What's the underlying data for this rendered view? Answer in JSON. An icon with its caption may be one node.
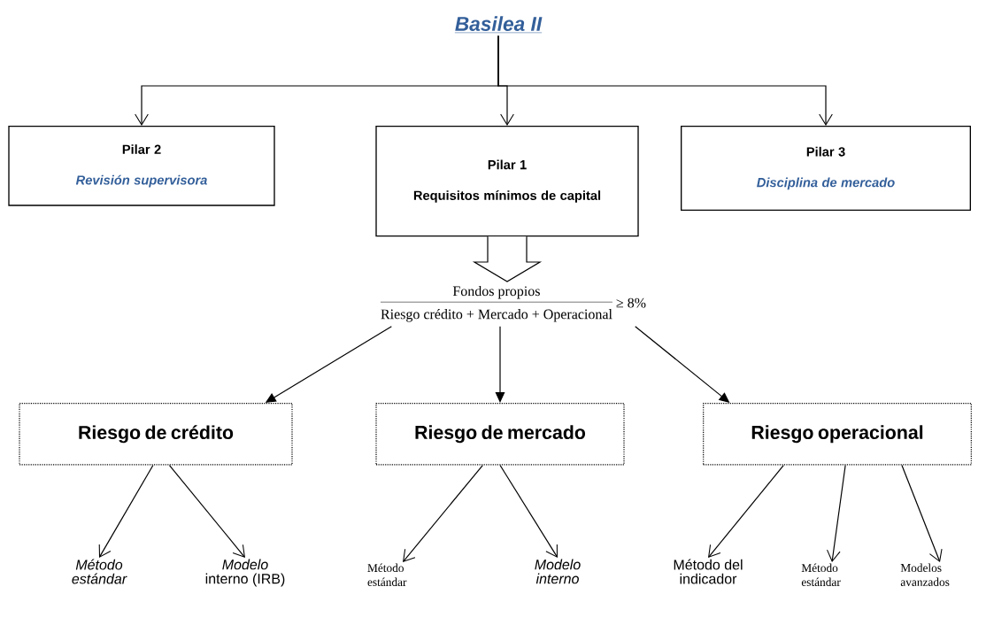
{
  "diagram": {
    "nodes": [
      {
        "text": [
          "Basilea II"
        ]
      },
      {
        "text": [
          "Pilar 2",
          "Revisión supervisora"
        ]
      },
      {
        "text": [
          "Pilar 1",
          "Requisitos mínimos de capital"
        ]
      },
      {
        "text": [
          "Pilar 3",
          "Disciplina de mercado"
        ]
      },
      {
        "text": [
          "Fondos propios",
          "Riesgo crédito + Mercado + Operacional",
          "≥ 8%"
        ]
      },
      {
        "text": [
          "Riesgo de crédito"
        ]
      },
      {
        "text": [
          "Riesgo de mercado"
        ]
      },
      {
        "text": [
          "Riesgo operacional"
        ]
      },
      {
        "text": [
          "Método estándar"
        ]
      },
      {
        "text": [
          "*Modelo* interno (IRB)"
        ]
      },
      {
        "text": [
          "Método estándar"
        ]
      },
      {
        "text": [
          "Modelo interno"
        ]
      },
      {
        "text": [
          "Método del indicador"
        ]
      },
      {
        "text": [
          "Método estándar"
        ]
      },
      {
        "text": [
          "Modelos avanzados"
        ]
      }
    ],
    "edges": [
      {
        "from": 0,
        "to": 1,
        "arrow": "to"
      },
      {
        "from": 0,
        "to": 2,
        "arrow": "to"
      },
      {
        "from": 0,
        "to": 3,
        "arrow": "to"
      },
      {
        "from": 2,
        "to": 4,
        "arrow": "to",
        "style": "thick"
      },
      {
        "from": 4,
        "to": 5,
        "arrow": "to"
      },
      {
        "from": 4,
        "to": 6,
        "arrow": "to"
      },
      {
        "from": 4,
        "to": 7,
        "arrow": "to"
      },
      {
        "from": 5,
        "to": 8,
        "arrow": "to"
      },
      {
        "from": 5,
        "to": 9,
        "arrow": "to"
      },
      {
        "from": 6,
        "to": 10,
        "arrow": "to"
      },
      {
        "from": 6,
        "to": 11,
        "arrow": "to"
      },
      {
        "from": 7,
        "to": 12,
        "arrow": "to"
      },
      {
        "from": 7,
        "to": 13,
        "arrow": "to"
      },
      {
        "from": 7,
        "to": 14,
        "arrow": "to"
      }
    ]
  }
}
